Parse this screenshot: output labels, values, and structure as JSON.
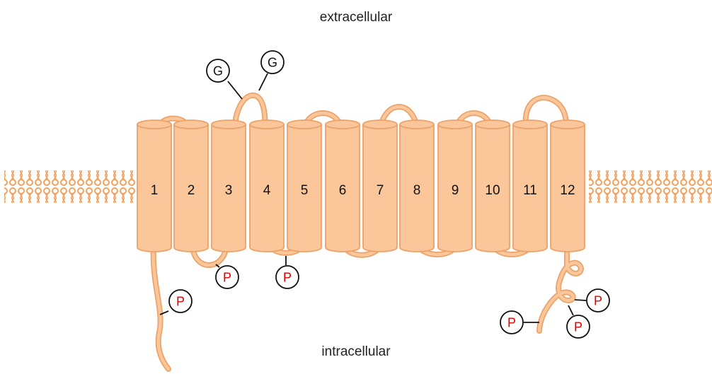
{
  "labels": {
    "extracellular": "extracellular",
    "intracellular": "intracellular"
  },
  "helices": [
    "1",
    "2",
    "3",
    "4",
    "5",
    "6",
    "7",
    "8",
    "9",
    "10",
    "11",
    "12"
  ],
  "markers": {
    "glycosylation": [
      "G",
      "G"
    ],
    "phosphorylation": [
      "P",
      "P",
      "P",
      "P",
      "P",
      "P"
    ]
  },
  "colors": {
    "helix_fill": "#FBC79A",
    "helix_stroke": "#EDA269",
    "membrane": "#F5A05C",
    "glyco_text": "#111111",
    "phospho_text": "#E00000"
  }
}
